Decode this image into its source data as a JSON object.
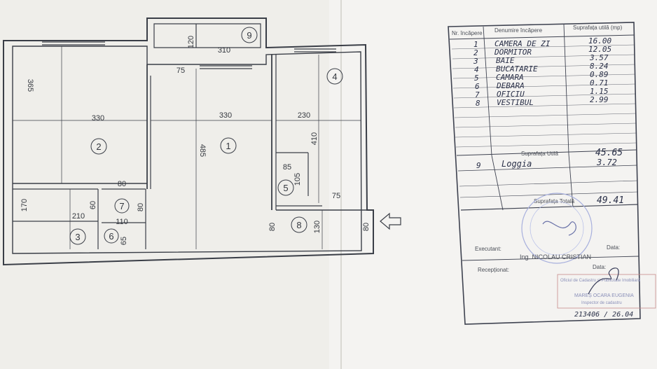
{
  "plan": {
    "rooms": [
      {
        "n": "1"
      },
      {
        "n": "2"
      },
      {
        "n": "3"
      },
      {
        "n": "4"
      },
      {
        "n": "5"
      },
      {
        "n": "6"
      },
      {
        "n": "7"
      },
      {
        "n": "8"
      },
      {
        "n": "9"
      }
    ],
    "dims": {
      "d120": "120",
      "d310": "310",
      "d75a": "75",
      "d365": "365",
      "d330a": "330",
      "d330b": "330",
      "d485": "485",
      "d230": "230",
      "d410": "410",
      "d85": "85",
      "d105": "105",
      "d75b": "75",
      "d80a": "80",
      "d170": "170",
      "d210": "210",
      "d60": "60",
      "d80b": "80",
      "d110": "110",
      "d65": "65",
      "d80c": "80",
      "d130": "130",
      "d80d": "80"
    },
    "arrow_icon": "arrow-left-outline"
  },
  "table": {
    "headers": [
      "Nr. încăpere",
      "Denumire încăpere",
      "Suprafața utilă (mp)"
    ],
    "rows": [
      {
        "nr": "1",
        "name": "CAMERA DE ZI",
        "area": "16.00"
      },
      {
        "nr": "2",
        "name": "DORMITOR",
        "area": "12.05"
      },
      {
        "nr": "3",
        "name": "BAIE",
        "area": "3.57"
      },
      {
        "nr": "4",
        "name": "BUCATARIE",
        "area": "8.24"
      },
      {
        "nr": "5",
        "name": "CAMARA",
        "area": "0.89"
      },
      {
        "nr": "6",
        "name": "DEBARA",
        "area": "0.71"
      },
      {
        "nr": "7",
        "name": "OFICIU",
        "area": "1.15"
      },
      {
        "nr": "8",
        "name": "VESTIBUL",
        "area": "2.99"
      }
    ],
    "useful_label": "Suprafața Utilă",
    "useful_value": "45.65",
    "loggia": {
      "nr": "9",
      "name": "Loggia",
      "area": "3.72"
    },
    "total_label": "Suprafața Totală",
    "total_value": "49.41",
    "executed_label": "Executant:",
    "engineer": "Ing. NICOLAU CRISTIAN",
    "date_label1": "Data:",
    "received_label": "Recepționat:",
    "date_label2": "Data:",
    "stamp_line1": "Oficiul de Cadastru și Publicitate Imobiliară",
    "stamp_line2": "MAREȘ OCARA EUGENIA",
    "stamp_line3": "Inspector de cadastru",
    "ref": "213406 / 26.04"
  }
}
